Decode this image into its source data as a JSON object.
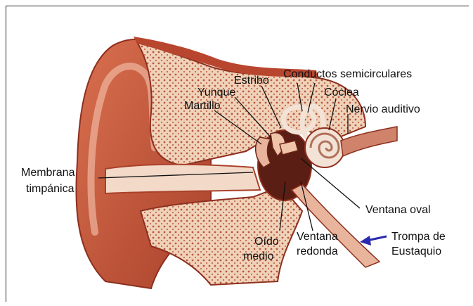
{
  "labels": {
    "estribo": "Estribo",
    "conductos": "Conductos semicirculares",
    "yunque": "Yunque",
    "coclea": "Cóclea",
    "martillo": "Martillo",
    "nervio": "Nervio auditivo",
    "membrana_1": "Membrana",
    "membrana_2": "timpánica",
    "ventana_oval": "Ventana oval",
    "oido_1": "Oído",
    "oido_2": "medio",
    "ventana_redonda_1": "Ventana",
    "ventana_redonda_2": "redonda",
    "trompa_1": "Trompa de",
    "trompa_2": "Eustaquio"
  },
  "colors": {
    "tissue": "#c8553a",
    "tissue_dark": "#8e2f1f",
    "tissue_light": "#e9b49c",
    "bone": "#efd2b9",
    "bone_dots": "#a94a35",
    "canal": "#f2d9c8",
    "cavity": "#5a1e14",
    "cochlea": "#f3e2d6",
    "arrow": "#2a2ab0"
  }
}
